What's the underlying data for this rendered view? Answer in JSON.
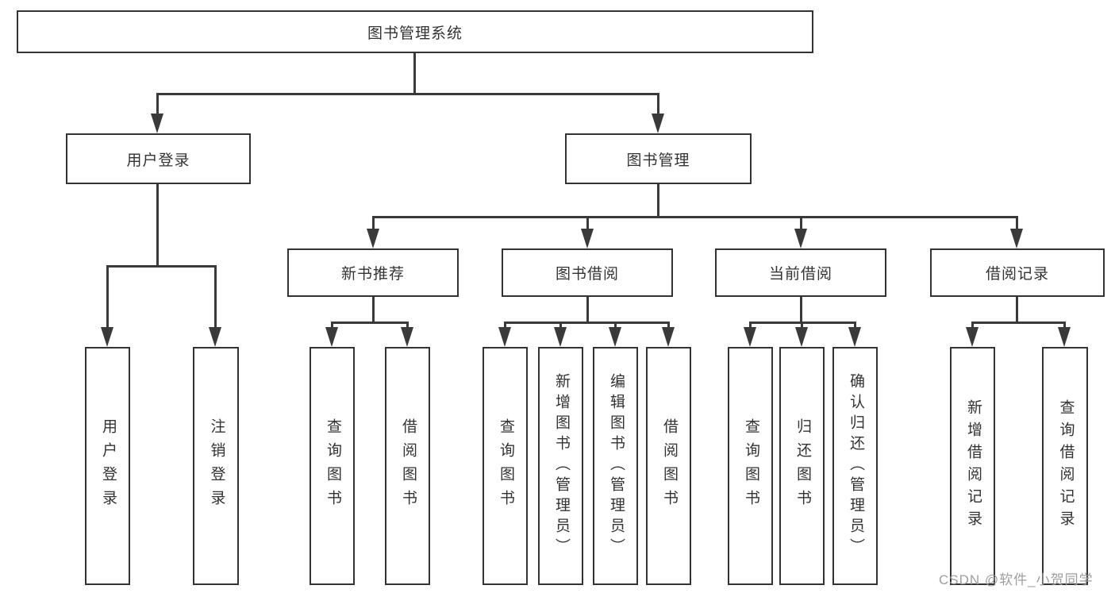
{
  "diagram": {
    "root": {
      "label": "图书管理系统"
    },
    "level1": [
      {
        "label": "用户登录"
      },
      {
        "label": "图书管理"
      }
    ],
    "level2": [
      {
        "label": "新书推荐"
      },
      {
        "label": "图书借阅"
      },
      {
        "label": "当前借阅"
      },
      {
        "label": "借阅记录"
      }
    ],
    "leaves": [
      {
        "label": "用户登录",
        "parent": "用户登录"
      },
      {
        "label": "注销登录",
        "parent": "用户登录"
      },
      {
        "label": "查询图书",
        "parent": "新书推荐"
      },
      {
        "label": "借阅图书",
        "parent": "新书推荐"
      },
      {
        "label": "查询图书",
        "parent": "图书借阅"
      },
      {
        "label": "新增图书（管理员）",
        "parent": "图书借阅"
      },
      {
        "label": "编辑图书（管理员）",
        "parent": "图书借阅"
      },
      {
        "label": "借阅图书",
        "parent": "图书借阅"
      },
      {
        "label": "查询图书",
        "parent": "当前借阅"
      },
      {
        "label": "归还图书",
        "parent": "当前借阅"
      },
      {
        "label": "确认归还（管理员）",
        "parent": "当前借阅"
      },
      {
        "label": "新增借阅记录",
        "parent": "借阅记录"
      },
      {
        "label": "查询借阅记录",
        "parent": "借阅记录"
      }
    ],
    "watermark": "CSDN @软件_小贺同学"
  },
  "colors": {
    "background": "#ffffff",
    "line": "#3a3a3a",
    "box_border": "#333333",
    "text": "#333333",
    "watermark": "#9e9e9e"
  }
}
